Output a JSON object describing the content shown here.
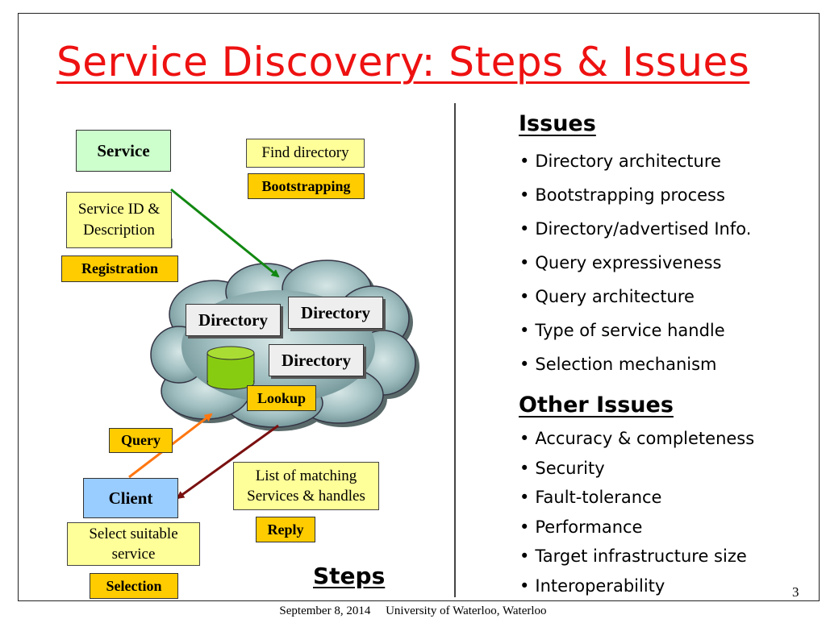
{
  "slide": {
    "title": "Service Discovery: Steps & Issues",
    "footer": "September 8, 2014     University of Waterloo, Waterloo",
    "page_number": "3"
  },
  "diagram": {
    "service_label": "Service",
    "find_directory_label": "Find directory",
    "bootstrapping_label": "Bootstrapping",
    "service_id_lines": [
      "Service ID &",
      "Description"
    ],
    "registration_label": "Registration",
    "directories": [
      "Directory",
      "Directory",
      "Directory"
    ],
    "lookup_label": "Lookup",
    "query_label": "Query",
    "client_label": "Client",
    "matching_lines": [
      "List of matching",
      "Services & handles"
    ],
    "reply_label": "Reply",
    "select_lines": [
      "Select suitable",
      "service"
    ],
    "selection_label": "Selection",
    "steps_label": "Steps",
    "colors": {
      "title_red": "#ee1111",
      "service_green": "#ccffcc",
      "client_blue": "#99ccff",
      "note_yellow": "#ffff99",
      "tag_orange": "#ffcc00",
      "cloud": "#8fb0b3",
      "register_arrow": "#118811",
      "query_arrow": "#ff7711",
      "reply_arrow": "#7a1010"
    }
  },
  "issues": {
    "heading": "Issues",
    "items": [
      "Directory architecture",
      "Bootstrapping process",
      "Directory/advertised Info.",
      "Query expressiveness",
      "Query architecture",
      "Type of service handle",
      "Selection mechanism"
    ]
  },
  "other_issues": {
    "heading": "Other Issues",
    "items": [
      "Accuracy & completeness",
      "Security",
      "Fault-tolerance",
      "Performance",
      "Target infrastructure size",
      "Interoperability"
    ]
  }
}
